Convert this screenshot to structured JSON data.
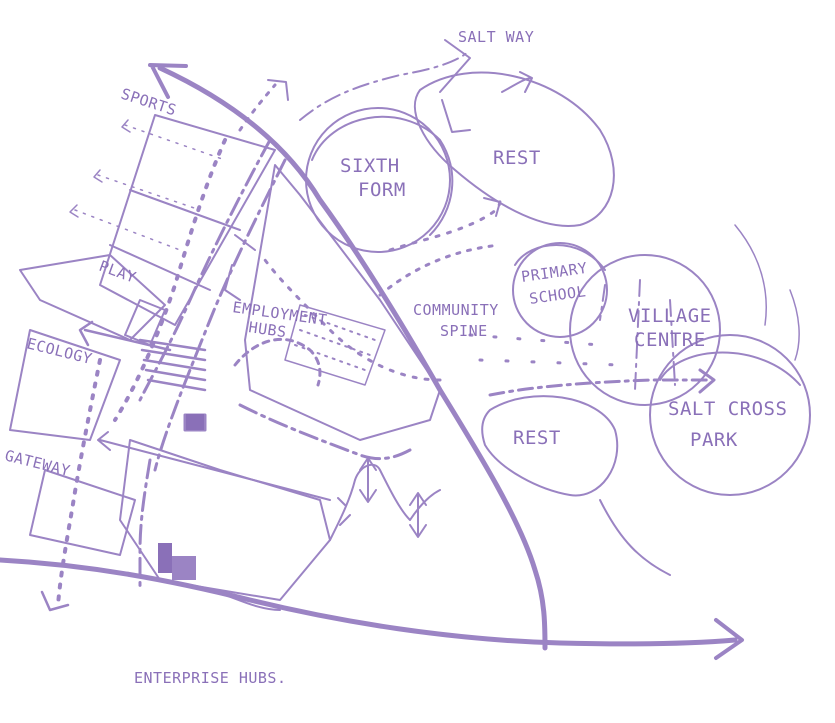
{
  "colors": {
    "ink": "#9b84c4",
    "ink_dark": "#8a70b8",
    "background": "#ffffff"
  },
  "labels": {
    "salt_way": "SALT WAY",
    "sports": "SPORTS",
    "sixth_form": [
      "SIXTH",
      "FORM"
    ],
    "rest_north": "REST",
    "play": "PLAY",
    "primary_school": [
      "PRIMARY",
      "SCHOOL"
    ],
    "employment_hubs": [
      "EMPLOYMENT",
      "HUBS"
    ],
    "community_spine": [
      "COMMUNITY",
      "SPINE"
    ],
    "village_centre": [
      "VILLAGE",
      "CENTRE"
    ],
    "ecology": "ECOLOGY",
    "salt_cross_park": [
      "SALT CROSS",
      "PARK"
    ],
    "rest_south": "REST",
    "gateway": "GATEWAY",
    "enterprise_hubs": "ENTERPRISE HUBS."
  }
}
